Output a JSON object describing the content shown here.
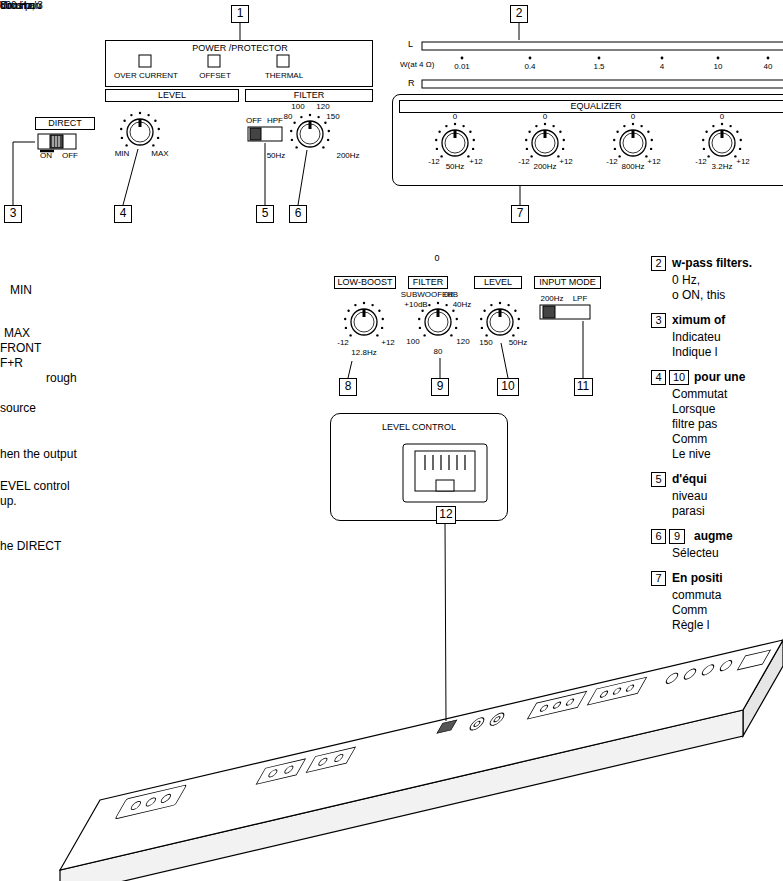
{
  "diagram": {
    "nodes": [
      {
        "text": [
          "1"
        ]
      },
      {
        "text": [
          "2"
        ]
      },
      {
        "text": [
          "POWER /PROTECTOR",
          "OVER CURRENT",
          "OFFSET",
          "THERMAL"
        ]
      },
      {
        "text": [
          "LEVEL"
        ]
      },
      {
        "text": [
          "FILTER"
        ]
      },
      {
        "text": [
          "EQUALIZER"
        ]
      },
      {
        "text": [
          "DIRECT"
        ]
      },
      {
        "text": [
          "3"
        ]
      },
      {
        "text": [
          "4"
        ]
      },
      {
        "text": [
          "5"
        ]
      },
      {
        "text": [
          "6"
        ]
      },
      {
        "text": [
          "7"
        ]
      },
      {
        "text": [
          "LOW-BOOST"
        ]
      },
      {
        "text": [
          "FILTER"
        ]
      },
      {
        "text": [
          "LEVEL"
        ]
      },
      {
        "text": [
          "INPUT MODE"
        ]
      },
      {
        "text": [
          "8"
        ]
      },
      {
        "text": [
          "9"
        ]
      },
      {
        "text": [
          "10"
        ]
      },
      {
        "text": [
          "11"
        ]
      },
      {
        "text": [
          "LEVEL CONTROL"
        ]
      },
      {
        "text": [
          "12"
        ],
        "in": 20
      },
      {
        "text": [
          "2"
        ]
      },
      {
        "text": [
          "3"
        ]
      },
      {
        "text": [
          "4"
        ]
      },
      {
        "text": [
          "10"
        ]
      },
      {
        "text": [
          "5"
        ]
      },
      {
        "text": [
          "6"
        ]
      },
      {
        "text": [
          "9"
        ]
      },
      {
        "text": [
          "7"
        ]
      }
    ],
    "edges": [
      {
        "from": 0,
        "to": 2,
        "arrow": "none"
      },
      {
        "from": 11,
        "to": 5,
        "arrow": "none"
      }
    ],
    "labels": [
      "ON",
      "OFF",
      "MIN",
      "MAX",
      "OFF",
      "HPF",
      "100",
      "120",
      "80",
      "150",
      "50Hz",
      "200Hz",
      "L",
      "W(at 4 Ω)",
      "0.01",
      "0.4",
      "1.5",
      "4",
      "10",
      "40",
      "R",
      "0",
      "-12",
      "+12",
      "50Hz",
      "0",
      "-12",
      "+12",
      "200Hz",
      "0",
      "-12",
      "+12",
      "800Hz",
      "0",
      "-12",
      "+12",
      "3.2Hz",
      "0",
      "-12",
      "+12",
      "12.8Hz",
      "SUBWOOFER",
      "0dB",
      "+10dB",
      "40Hz",
      "100",
      "120",
      "80",
      "150",
      "50Hz",
      "200Hz",
      "LPF",
      "MIN",
      "MAX",
      "FRONT",
      "F+R",
      "rough",
      "source",
      "hen the output",
      "EVEL control",
      "up.",
      "he DIRECT",
      "w-pass filters.",
      "0 Hz,",
      "o ON, this",
      "ximum of",
      "Indicateu",
      "Indique l",
      "pour une",
      "Commutat",
      "Lorsque",
      "filtre pas",
      "Comm",
      "Le nive",
      "d'équi",
      "niveau",
      "parasi",
      "augme",
      "Sélecteu",
      "En positi",
      "commuta",
      "Comm",
      "Règle l",
      "Comman",
      "Vous pou",
      "800 Hz, 3",
      "circuit n'"
    ]
  }
}
